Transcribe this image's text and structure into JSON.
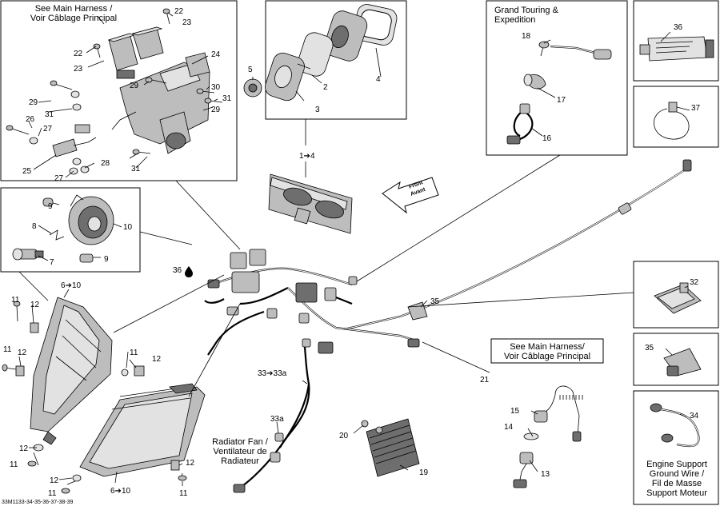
{
  "diagram": {
    "notes": {
      "main_harness_top_1": "See Main Harness /",
      "main_harness_top_2": "Voir Câblage Principal",
      "grand_touring_1": "Grand Touring &",
      "grand_touring_2": "Expedition",
      "main_harness_right_1": "See Main Harness/",
      "main_harness_right_2": "Voir Câblage Principal",
      "radiator_1": "Radiator Fan /",
      "radiator_2": "Ventilateur de",
      "radiator_3": "Radiateur",
      "engine_1": "Engine Support",
      "engine_2": "Ground Wire /",
      "engine_3": "Fil de Masse",
      "engine_4": "Support Moteur",
      "front_1": "Front",
      "front_2": "Avant",
      "drawing_code": "33M1133-34-35-36-37-38-39"
    },
    "callouts": {
      "c1to4": "1➔4",
      "c2": "2",
      "c3": "3",
      "c4": "4",
      "c5": "5",
      "c6to10a": "6➔10",
      "c6to10b": "6➔10",
      "c7": "7",
      "c8": "8",
      "c9a": "9",
      "c9b": "9",
      "c10": "10",
      "c11a": "11",
      "c11b": "11",
      "c11c": "11",
      "c11d": "11",
      "c11e": "11",
      "c11f": "11",
      "c12a": "12",
      "c12b": "12",
      "c12c": "12",
      "c12d": "12",
      "c12e": "12",
      "c13": "13",
      "c14": "14",
      "c15": "15",
      "c16": "16",
      "c17": "17",
      "c18": "18",
      "c19": "19",
      "c20": "20",
      "c21": "21",
      "c22": "22",
      "c23": "23",
      "c22b": "22",
      "c23b": "23",
      "c24": "24",
      "c25": "25",
      "c26": "26",
      "c27a": "27",
      "c27b": "27",
      "c28": "28",
      "c29a": "29",
      "c29b": "29",
      "c29c": "29",
      "c30": "30",
      "c31a": "31",
      "c31b": "31",
      "c31c": "31",
      "c32": "32",
      "c33to33a": "33➔33a",
      "c33a": "33a",
      "c34": "34",
      "c35a": "35",
      "c35b": "35",
      "c36": "36",
      "c36b": "36",
      "c37": "37"
    },
    "icons": [
      "liquid-drop-icon",
      "arrow-icon"
    ]
  }
}
